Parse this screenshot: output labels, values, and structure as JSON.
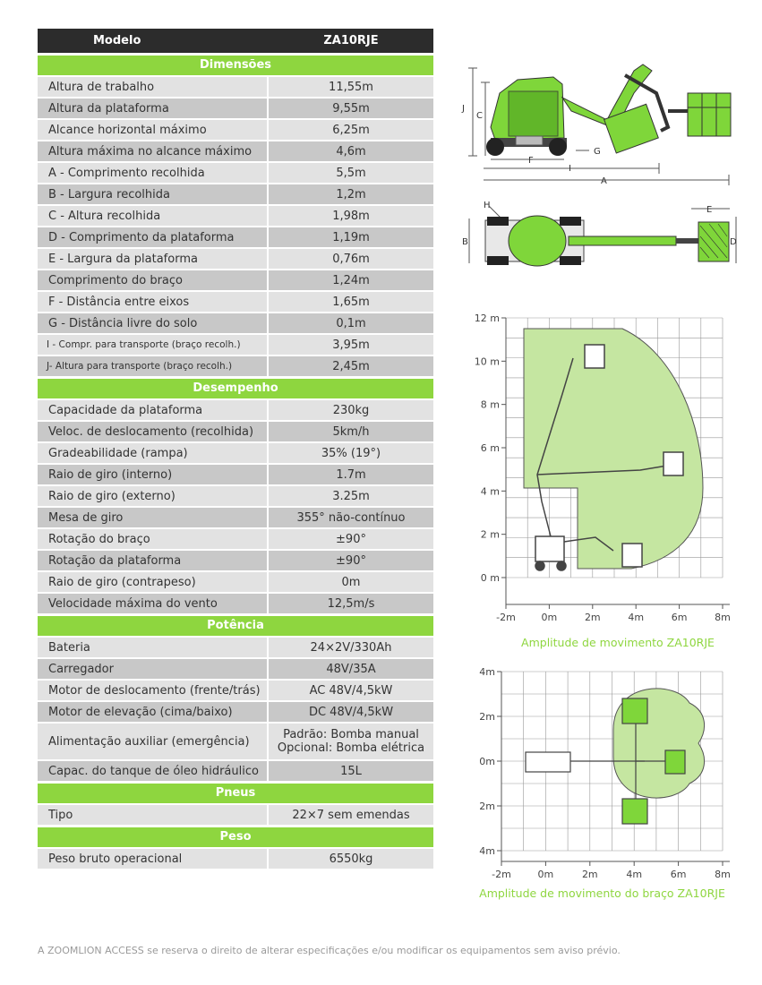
{
  "header": {
    "model_label": "Modelo",
    "model_value": "ZA10RJE"
  },
  "sections": [
    {
      "title": "Dimensões",
      "rows": [
        {
          "label": "Altura de trabalho",
          "value": "11,55m"
        },
        {
          "label": "Altura da plataforma",
          "value": "9,55m"
        },
        {
          "label": "Alcance horizontal máximo",
          "value": "6,25m"
        },
        {
          "label": "Altura máxima no alcance máximo",
          "value": "4,6m"
        },
        {
          "label": "A - Comprimento recolhida",
          "value": "5,5m"
        },
        {
          "label": "B - Largura recolhida",
          "value": "1,2m"
        },
        {
          "label": "C - Altura recolhida",
          "value": "1,98m"
        },
        {
          "label": "D - Comprimento da plataforma",
          "value": "1,19m"
        },
        {
          "label": "E - Largura da plataforma",
          "value": "0,76m"
        },
        {
          "label": "Comprimento do braço",
          "value": "1,24m"
        },
        {
          "label": "F - Distância entre eixos",
          "value": "1,65m"
        },
        {
          "label": "G - Distância livre do solo",
          "value": "0,1m"
        },
        {
          "label": "I - Compr. para transporte (braço recolh.)",
          "value": "3,95m"
        },
        {
          "label": "J- Altura para transporte (braço recolh.)",
          "value": "2,45m"
        }
      ]
    },
    {
      "title": "Desempenho",
      "rows": [
        {
          "label": "Capacidade da plataforma",
          "value": "230kg"
        },
        {
          "label": " Veloc. de deslocamento (recolhida)",
          "value": "5km/h"
        },
        {
          "label": "Gradeabilidade (rampa)",
          "value": "35% (19°)"
        },
        {
          "label": "Raio de giro (interno)",
          "value": "1.7m"
        },
        {
          "label": "Raio de giro (externo)",
          "value": "3.25m"
        },
        {
          "label": "Mesa de giro",
          "value": "355° não-contínuo"
        },
        {
          "label": "Rotação do braço",
          "value": "±90°"
        },
        {
          "label": "Rotação da plataforma",
          "value": "±90°"
        },
        {
          "label": "Raio de giro (contrapeso)",
          "value": "0m"
        },
        {
          "label": "Velocidade máxima do vento",
          "value": "12,5m/s"
        }
      ]
    },
    {
      "title": "Potência",
      "rows": [
        {
          "label": "Bateria",
          "value": "24×2V/330Ah"
        },
        {
          "label": "Carregador",
          "value": "48V/35A"
        },
        {
          "label": "Motor de deslocamento (frente/trás)",
          "value": "AC 48V/4,5kW"
        },
        {
          "label": "Motor de elevação (cima/baixo)",
          "value": "DC 48V/4,5kW"
        },
        {
          "label": "Alimentação auxiliar (emergência)",
          "value": "Padrão: Bomba manual",
          "value2": "Opcional: Bomba elétrica"
        },
        {
          "label": "Capac. do tanque de óleo hidráulico",
          "value": "15L"
        }
      ]
    },
    {
      "title": "Pneus",
      "rows": [
        {
          "label": "Tipo",
          "value": "22×7 sem emendas"
        }
      ]
    },
    {
      "title": "Peso",
      "rows": [
        {
          "label": "Peso bruto operacional",
          "value": "6550kg"
        }
      ]
    }
  ],
  "diagram_side": {
    "labels": [
      "J",
      "C",
      "F",
      "G",
      "I",
      "A"
    ]
  },
  "diagram_top": {
    "labels": [
      "H",
      "E",
      "B",
      "D"
    ]
  },
  "chart1": {
    "caption": "Amplitude de movimento ZA10RJE",
    "y_ticks": [
      "12 m",
      "10 m",
      "8 m",
      "6 m",
      "4 m",
      "2 m",
      "0 m"
    ],
    "x_ticks": [
      "-2m",
      "0m",
      "2m",
      "4m",
      "6m",
      "8m"
    ]
  },
  "chart2": {
    "caption": "Amplitude de movimento do braço ZA10RJE",
    "y_ticks": [
      "4m",
      "2m",
      "0m",
      "2m",
      "4m"
    ],
    "x_ticks": [
      "-2m",
      "0m",
      "2m",
      "4m",
      "6m",
      "8m"
    ]
  },
  "footer": "A ZOOMLION ACCESS se reserva o direito de alterar especificações e/ou modificar os equipamentos sem aviso prévio.",
  "colors": {
    "accent": "#8ed63f",
    "header": "#2c2c2c",
    "row_light": "#e2e2e2",
    "row_dark": "#c8c8c8",
    "envelope": "#c5e6a1"
  }
}
